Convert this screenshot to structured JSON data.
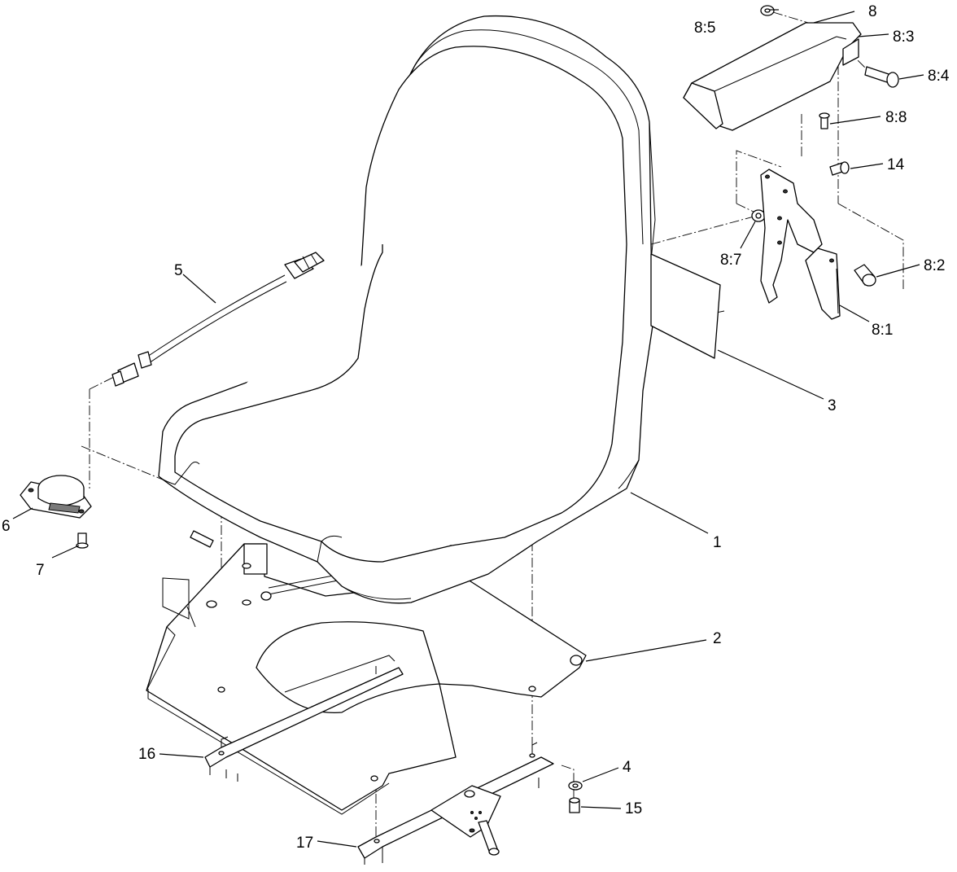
{
  "callouts": {
    "c1": "1",
    "c2": "2",
    "c3": "3",
    "c4": "4",
    "c5": "5",
    "c6": "6",
    "c7": "7",
    "c8": "8",
    "c8_1": "8:1",
    "c8_2": "8:2",
    "c8_3": "8:3",
    "c8_4": "8:4",
    "c8_5": "8:5",
    "c8_7": "8:7",
    "c8_8": "8:8",
    "c14": "14",
    "c15": "15",
    "c16": "16",
    "c17": "17"
  }
}
